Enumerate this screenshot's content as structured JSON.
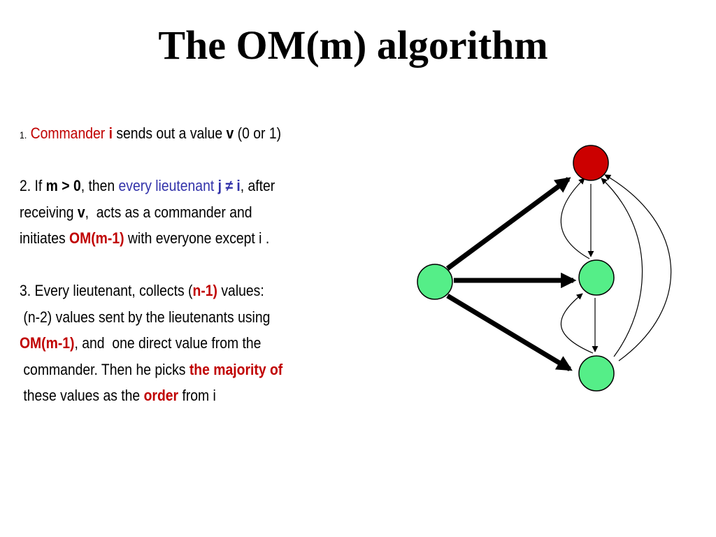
{
  "slide": {
    "title": "The OM(m) algorithm",
    "step1": {
      "num": "1.",
      "commander": "Commander",
      "i": "i",
      "text_a": " sends out a value ",
      "v": "v",
      "text_b": " (0 or 1)"
    },
    "step2": {
      "text_a": "2. If ",
      "cond": "m > 0",
      "text_b": ", then ",
      "every": "every lieutenant",
      "ji": "j ≠ i",
      "text_c": ", after",
      "line2_a": "receiving ",
      "v": "v",
      "line2_b": ",  acts as a commander and",
      "line3_a": "initiates ",
      "om": "OM(m-1)",
      "line3_b": " with everyone except i ."
    },
    "step3": {
      "text_a": "3. Every lieutenant, collects (",
      "n1": "n-1)",
      "text_b": " values:",
      "line2": " (n-2) values sent by the lieutenants using",
      "om": "OM(m-1)",
      "line3_b": ", and  one direct value from the",
      "line4_a": " commander. Then he picks ",
      "majority": "the majority of",
      "line5_a": " these values as the ",
      "order": "order",
      "line5_b": " from i"
    }
  },
  "colors": {
    "commander_node": "#cc0000",
    "lieutenant_node": "#55ee88",
    "highlight_red": "#c00000",
    "highlight_blue": "#3333aa"
  }
}
